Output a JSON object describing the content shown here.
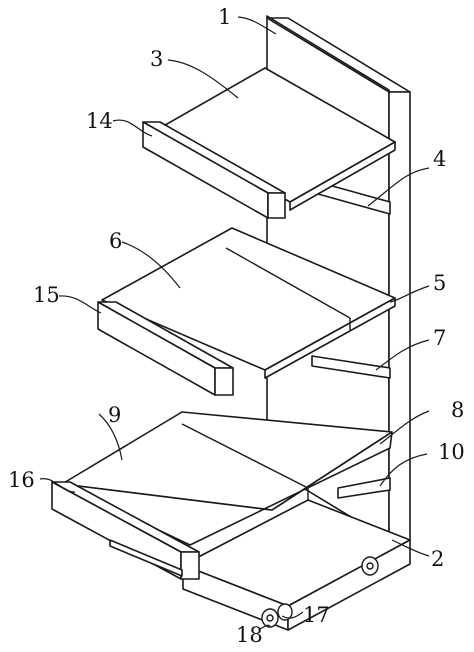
{
  "labels": {
    "l1": "1",
    "l2": "2",
    "l3": "3",
    "l4": "4",
    "l5": "5",
    "l6": "6",
    "l7": "7",
    "l8": "8",
    "l9": "9",
    "l10": "10",
    "l14": "14",
    "l15": "15",
    "l16": "16",
    "l17": "17",
    "l18": "18"
  }
}
